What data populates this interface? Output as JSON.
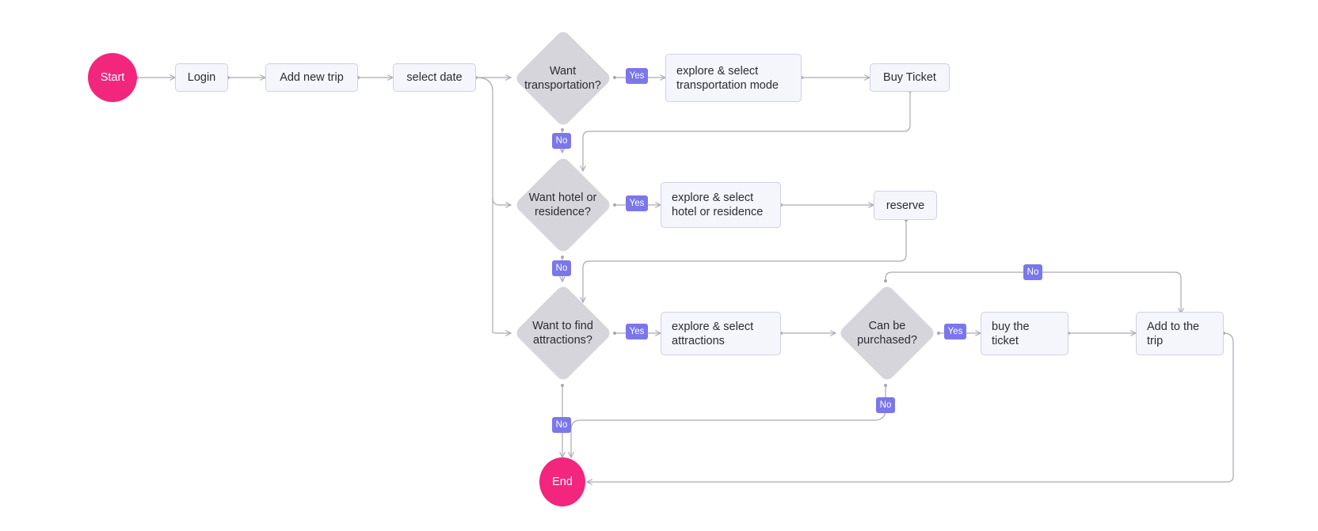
{
  "nodes": {
    "start": "Start",
    "login": "Login",
    "add_trip": "Add new trip",
    "select_date": "select date",
    "q_transport": "Want transportation?",
    "explore_transport": "explore & select transportation mode",
    "buy_ticket": "Buy Ticket",
    "q_hotel": "Want hotel or residence?",
    "explore_hotel": "explore & select hotel or residence",
    "reserve": "reserve",
    "q_attractions": "Want to find attractions?",
    "explore_attractions": "explore & select attractions",
    "q_purchase": "Can be purchased?",
    "buy_the_ticket": "buy the ticket",
    "add_to_trip": "Add to the trip",
    "end": "End"
  },
  "labels": {
    "yes": "Yes",
    "no": "No"
  },
  "colors": {
    "terminal": "#f2267d",
    "process_fill": "#f5f5fc",
    "process_border": "#cfd0ea",
    "decision_fill": "#d6d5dc",
    "badge": "#7b77ea",
    "connector": "#a9a9b4"
  }
}
